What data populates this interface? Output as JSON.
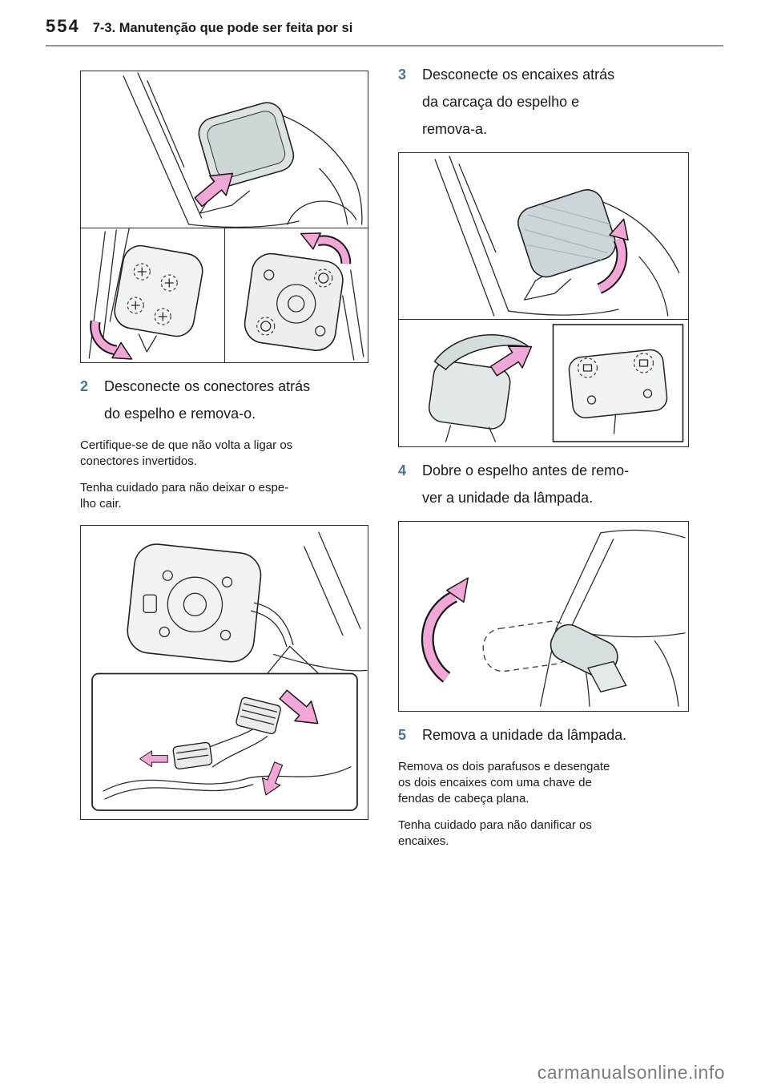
{
  "header": {
    "page_number": "554",
    "section_title": "7-3. Manutenção que pode ser feita por si"
  },
  "steps": {
    "step2": {
      "number": "2",
      "text": "Desconecte os conectores atrás\ndo espelho e remova-o."
    },
    "step3": {
      "number": "3",
      "text": "Desconecte os encaixes atrás\nda carcaça do espelho e\nremova-a."
    },
    "step4": {
      "number": "4",
      "text": "Dobre o espelho antes de remo-\nver a unidade da lâmpada."
    },
    "step5": {
      "number": "5",
      "text": "Remova a unidade da lâmpada."
    }
  },
  "notes": {
    "step2_note1": "Certifique-se de que não volta a ligar os\nconectores invertidos.",
    "step2_note2": "Tenha cuidado para não deixar o espe-\nlho cair.",
    "step5_note1": "Remova os dois parafusos e desengate\nos dois encaixes com uma chave de\nfendas de cabeça plana.",
    "step5_note2": "Tenha cuidado para não danificar os\nencaixes."
  },
  "footer": {
    "watermark": "carmanualsonline.info"
  },
  "colors": {
    "arrow_pink": "#f0a6d6",
    "rule_gray": "#8d949b",
    "step_number_blue": "#4a7494"
  }
}
